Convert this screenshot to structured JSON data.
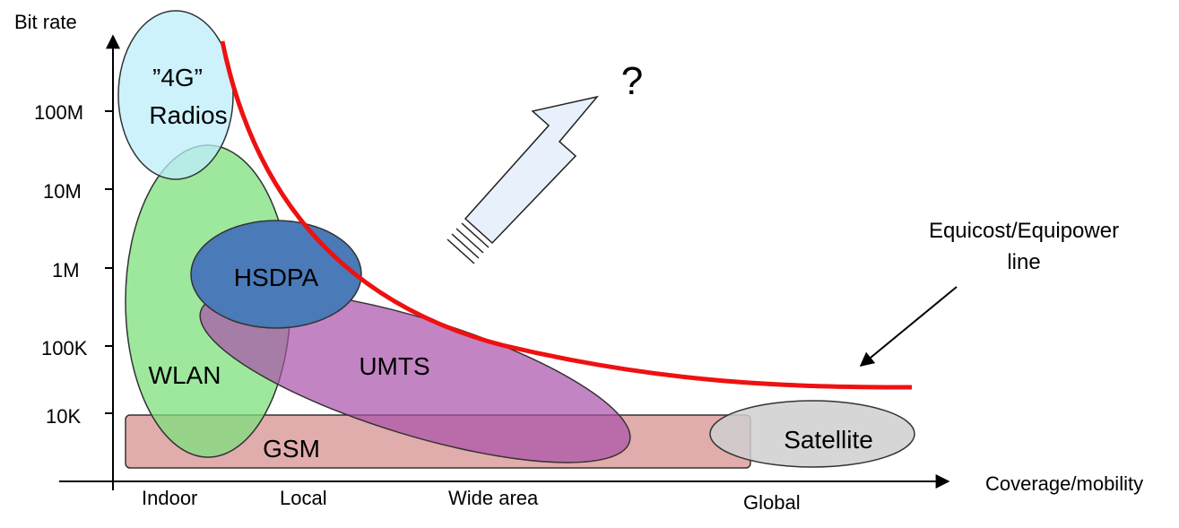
{
  "axes": {
    "y_label": "Bit rate",
    "x_label": "Coverage/mobility",
    "y_ticks": [
      "100M",
      "10M",
      "1M",
      "100K",
      "10K"
    ],
    "x_ticks": [
      "Indoor",
      "Local",
      "Wide area",
      "Global"
    ]
  },
  "regions": {
    "radios_4g_line1": "”4G”",
    "radios_4g_line2": "Radios",
    "wlan": "WLAN",
    "hsdpa": "HSDPA",
    "umts": "UMTS",
    "gsm": "GSM",
    "satellite": "Satellite"
  },
  "annotations": {
    "question_mark": "?",
    "equicost_line1": "Equicost/Equipower",
    "equicost_line2": "line"
  },
  "colors": {
    "radios_4g": "#bdeefb",
    "wlan": "#7ee07e",
    "hsdpa": "#4a7ab7",
    "umts": "#a950a9",
    "gsm": "#d79290",
    "satellite": "#cfcfcf",
    "equicost_line": "#ee1111",
    "arrow_fill": "#e8f0fb"
  }
}
